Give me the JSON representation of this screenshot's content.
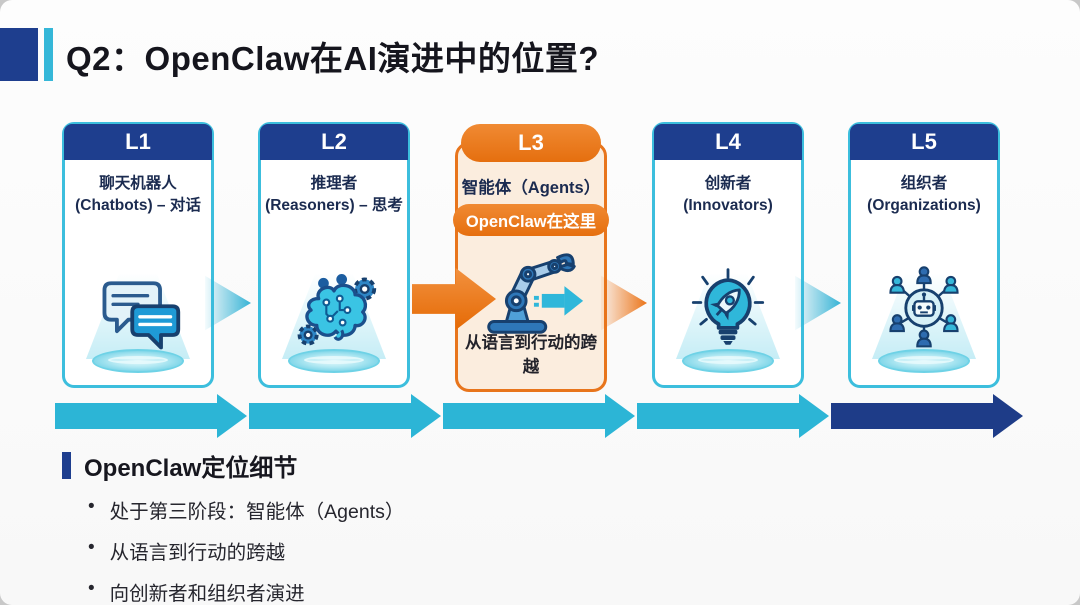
{
  "slide_title": "Q2：OpenClaw在AI演进中的位置?",
  "stages": [
    {
      "level": "L1",
      "line1": "聊天机器人",
      "line2": "(Chatbots) – 对话",
      "icon": "chat-bubbles-icon"
    },
    {
      "level": "L2",
      "line1": "推理者",
      "line2": "(Reasoners) – 思考",
      "icon": "brain-gears-icon"
    },
    {
      "level": "L3",
      "line1": "智能体（Agents）",
      "badge": "OpenClaw在这里",
      "caption": "从语言到行动的跨越",
      "icon": "robot-arm-icon",
      "highlight": true
    },
    {
      "level": "L4",
      "line1": "创新者",
      "line2": "(Innovators)",
      "icon": "lightbulb-rocket-icon"
    },
    {
      "level": "L5",
      "line1": "组织者",
      "line2": "(Organizations)",
      "icon": "org-network-icon"
    }
  ],
  "details": {
    "heading": "OpenClaw定位细节",
    "bullets": [
      "处于第三阶段：智能体（Agents）",
      "从语言到行动的跨越",
      "向创新者和组织者演进"
    ]
  },
  "colors": {
    "header_navy": "#1E3E8E",
    "card_border_cyan": "#3CBEDD",
    "highlight_orange": "#ED7216",
    "highlight_cream": "#FBEDDE",
    "flow_arrow_cyan": "#2CB5D6",
    "flow_arrow_navy": "#1E3C88",
    "title_text": "#15151D",
    "card_text_navy": "#1B2B50"
  }
}
